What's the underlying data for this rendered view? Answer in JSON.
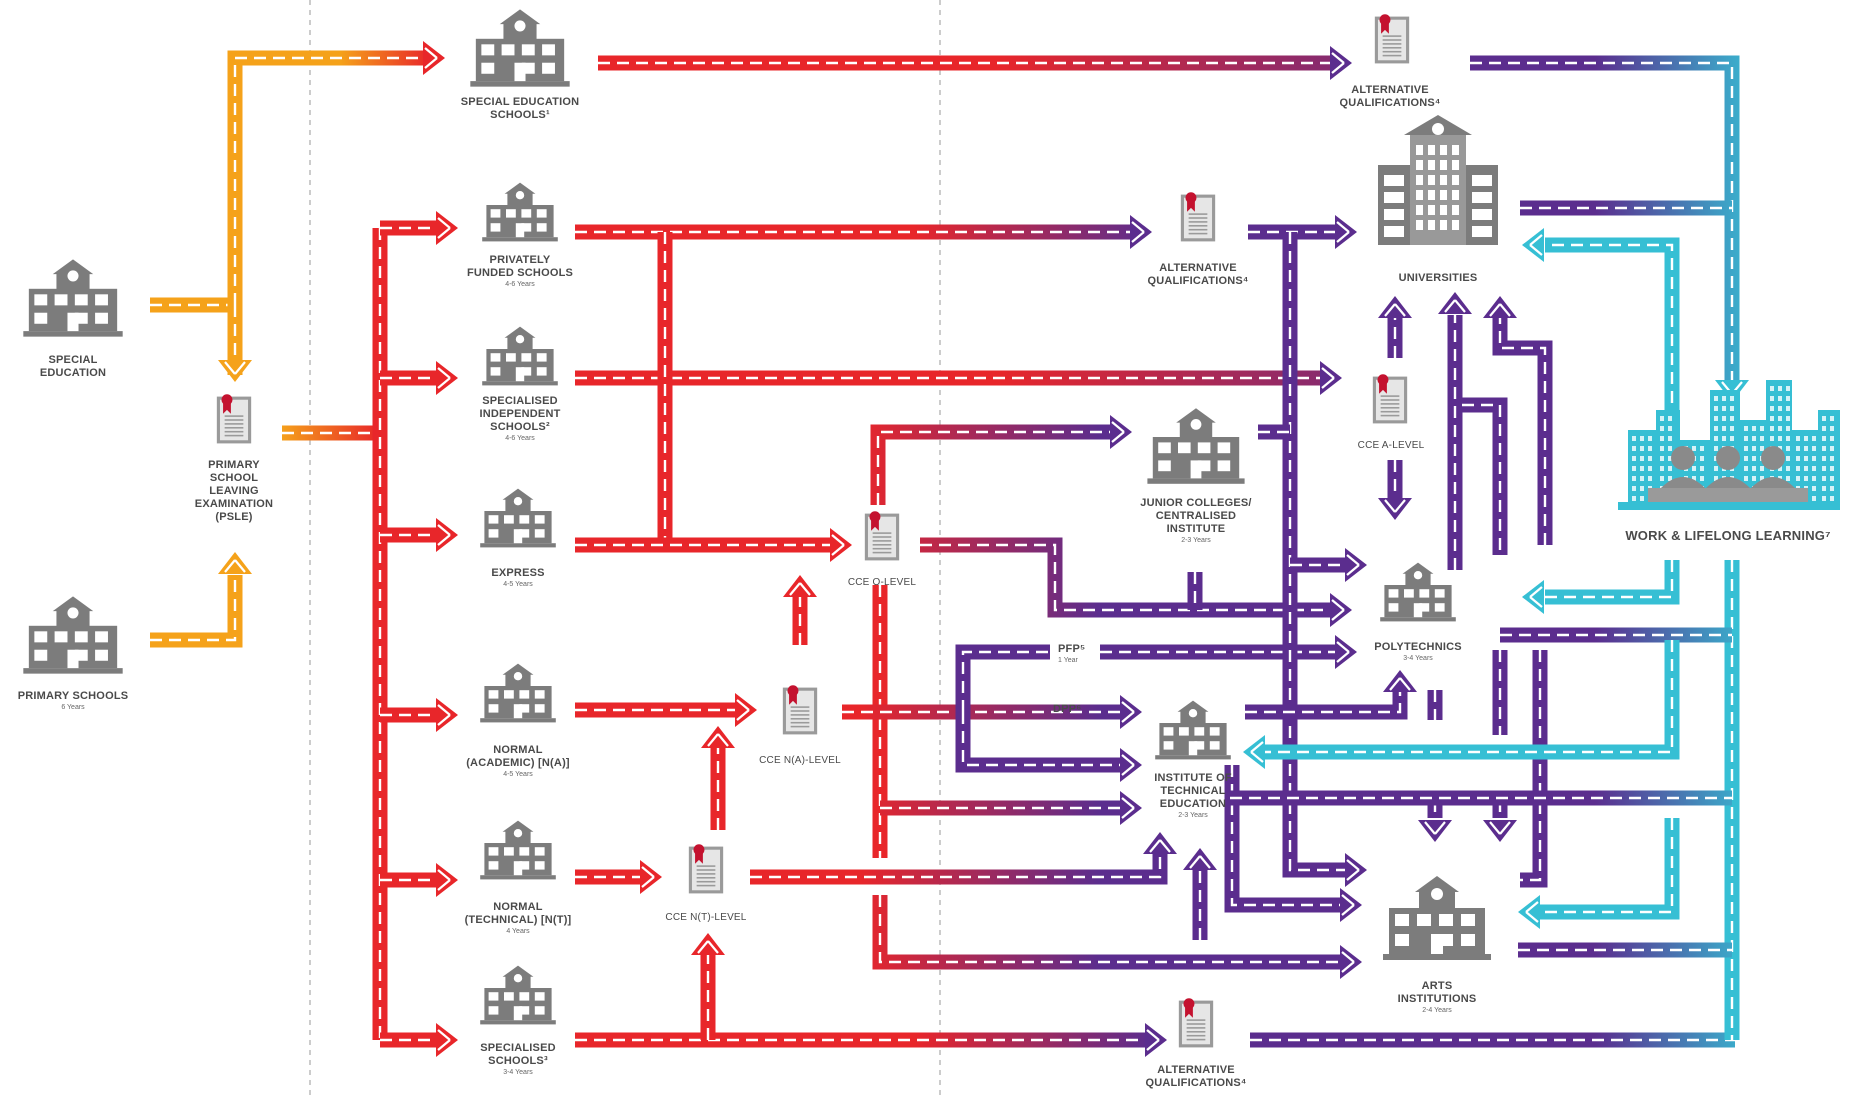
{
  "colors": {
    "orange": "#f5a21a",
    "red": "#e8262a",
    "purple": "#5b2d8e",
    "cyan": "#36bfd4",
    "icon_grey": "#7c7c7c",
    "ribbon_red": "#c4122f",
    "text": "#4a4a4a"
  },
  "icons": {
    "school": "school-building-icon",
    "certificate": "certificate-icon",
    "university": "university-building-icon",
    "city": "city-skyline-icon"
  },
  "nodes": {
    "special_education": {
      "line1": "SPECIAL",
      "line2": "EDUCATION"
    },
    "primary_schools": {
      "line1": "PRIMARY SCHOOLS",
      "sub": "6 Years"
    },
    "psle": {
      "line1": "PRIMARY",
      "line2": "SCHOOL",
      "line3": "LEAVING",
      "line4": "EXAMINATION",
      "line5": "(PSLE)"
    },
    "special_education_schools": {
      "line1": "SPECIAL EDUCATION",
      "line2": "SCHOOLS¹"
    },
    "privately_funded": {
      "line1": "PRIVATELY",
      "line2": "FUNDED SCHOOLS",
      "sub": "4-6 Years"
    },
    "specialised_independent": {
      "line1": "SPECIALISED",
      "line2": "INDEPENDENT",
      "line3": "SCHOOLS²",
      "sub": "4-6 Years"
    },
    "express": {
      "line1": "EXPRESS",
      "sub": "4-5 Years"
    },
    "normal_academic": {
      "line1": "NORMAL",
      "line2": "(ACADEMIC) [N(A)]",
      "sub": "4-5 Years"
    },
    "normal_technical": {
      "line1": "NORMAL",
      "line2": "(TECHNICAL) [N(T)]",
      "sub": "4 Years"
    },
    "specialised_schools": {
      "line1": "SPECIALISED",
      "line2": "SCHOOLS³",
      "sub": "3-4 Years"
    },
    "cce_o_level": {
      "line1": "CCE O-LEVEL"
    },
    "cce_na_level": {
      "line1": "CCE N(A)-LEVEL"
    },
    "cce_nt_level": {
      "line1": "CCE N(T)-LEVEL"
    },
    "alt_qual_top": {
      "line1": "ALTERNATIVE",
      "line2": "QUALIFICATIONS⁴"
    },
    "alt_qual_mid": {
      "line1": "ALTERNATIVE",
      "line2": "QUALIFICATIONS⁴"
    },
    "alt_qual_bottom": {
      "line1": "ALTERNATIVE",
      "line2": "QUALIFICATIONS⁴"
    },
    "junior_colleges": {
      "line1": "JUNIOR COLLEGES/",
      "line2": "CENTRALISED",
      "line3": "INSTITUTE",
      "sub": "2-3 Years"
    },
    "cce_a_level": {
      "line1": "CCE A-LEVEL"
    },
    "universities": {
      "line1": "UNIVERSITIES"
    },
    "polytechnics": {
      "line1": "POLYTECHNICS",
      "sub": "3-4 Years"
    },
    "pfp": {
      "line1": "PFP⁵",
      "sub": "1 Year"
    },
    "dpp": {
      "line1": "DPP⁶"
    },
    "ite": {
      "line1": "INSTITUTE OF",
      "line2": "TECHNICAL",
      "line3": "EDUCATION",
      "sub": "2-3 Years"
    },
    "arts_institutions": {
      "line1": "ARTS",
      "line2": "INSTITUTIONS",
      "sub": "2-4 Years"
    },
    "work_lifelong": {
      "line1": "WORK & LIFELONG LEARNING⁷"
    }
  }
}
